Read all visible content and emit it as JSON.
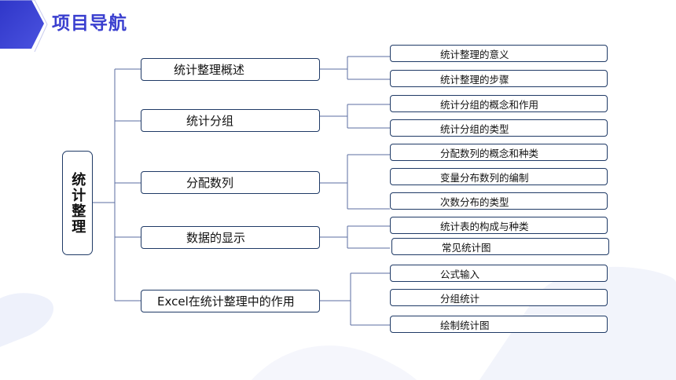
{
  "header": {
    "title": "项目导航"
  },
  "root": {
    "label": "统计整理"
  },
  "sections": [
    {
      "label": "统计整理概述",
      "children": [
        "统计整理的意义",
        "统计整理的步骤"
      ]
    },
    {
      "label": "统计分组",
      "children": [
        "统计分组的概念和作用",
        "统计分组的类型"
      ]
    },
    {
      "label": "分配数列",
      "children": [
        "分配数列的概念和种类",
        "变量分布数列的编制",
        "次数分布的类型"
      ]
    },
    {
      "label": "数据的显示",
      "children": [
        "统计表的构成与种类",
        "常见统计图"
      ]
    },
    {
      "label": "Excel在统计整理中的作用",
      "children": [
        "公式输入",
        "分组统计",
        "绘制统计图"
      ]
    }
  ]
}
